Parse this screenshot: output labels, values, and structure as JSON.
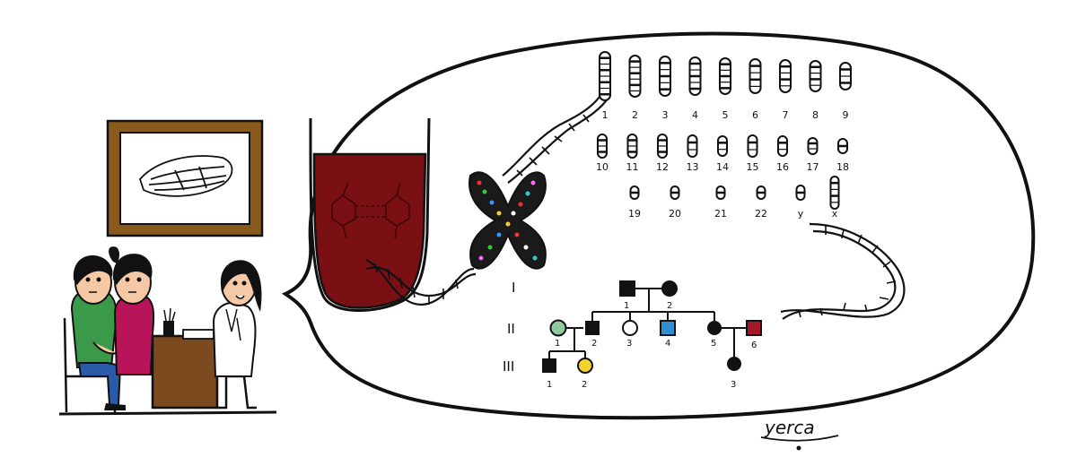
{
  "scene": {
    "background": "#ffffff",
    "ink": "#111111",
    "blood_color": "#7a0f14",
    "shirt_green": "#3a9a4a",
    "shirt_pink": "#b8145a",
    "desk_brown": "#7b4a1e",
    "frame_brown": "#8a5a1c"
  },
  "karyotype": {
    "row1": [
      "1",
      "2",
      "3",
      "4",
      "5",
      "6",
      "7",
      "8",
      "9"
    ],
    "row2": [
      "10",
      "11",
      "12",
      "13",
      "14",
      "15",
      "16",
      "17",
      "18"
    ],
    "row3": [
      "19",
      "20",
      "21",
      "22",
      "y",
      "x"
    ]
  },
  "pedigree": {
    "generations": [
      "I",
      "II",
      "III"
    ],
    "gen1": [
      "1",
      "2"
    ],
    "gen2": [
      "1",
      "2",
      "3",
      "4",
      "5",
      "6"
    ],
    "gen3": [
      "1",
      "2",
      "3"
    ],
    "colors": {
      "filled": "#111111",
      "green": "#8ec9a0",
      "blue": "#2f8fd0",
      "red": "#a3182a",
      "yellow": "#f2d22e"
    }
  },
  "signature": {
    "text": "yerca"
  },
  "icons": {
    "chromosome_x": "chromosome-icon",
    "dna": "dna-helix-icon",
    "wing": "fly-wing-icon"
  }
}
